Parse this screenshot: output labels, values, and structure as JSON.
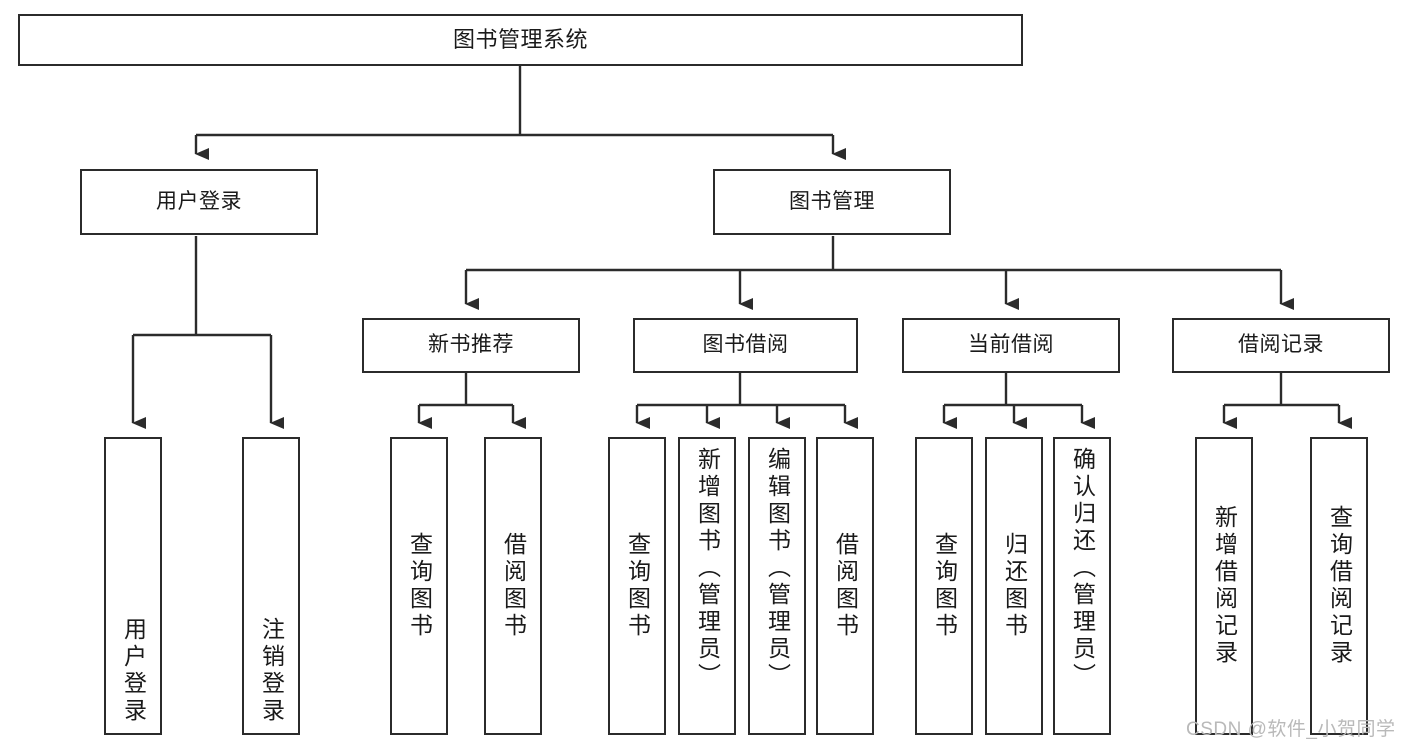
{
  "diagram": {
    "type": "tree-hierarchy-flowchart",
    "title": "图书管理系统",
    "watermark": "CSDN @软件_小贺同学",
    "colors": {
      "border": "#2b2b2b",
      "fill": "#ffffff",
      "connector": "#2b2b2b",
      "text": "#1a1a1a",
      "watermark": "#b9b9b9"
    },
    "levels": {
      "root": {
        "label": "图书管理系统"
      },
      "level2": [
        {
          "label": "用户登录"
        },
        {
          "label": "图书管理"
        }
      ],
      "level3": [
        {
          "label": "新书推荐"
        },
        {
          "label": "图书借阅"
        },
        {
          "label": "当前借阅"
        },
        {
          "label": "借阅记录"
        }
      ],
      "leaves": {
        "user_login": [
          {
            "label": "用户登录"
          },
          {
            "label": "注销登录"
          }
        ],
        "new_book_recommend": [
          {
            "label": "查询图书"
          },
          {
            "label": "借阅图书"
          }
        ],
        "book_borrow": [
          {
            "label": "查询图书"
          },
          {
            "label": "新增图书（管理员）"
          },
          {
            "label": "编辑图书（管理员）"
          },
          {
            "label": "借阅图书"
          }
        ],
        "current_borrow": [
          {
            "label": "查询图书"
          },
          {
            "label": "归还图书"
          },
          {
            "label": "确认归还（管理员）"
          }
        ],
        "borrow_record": [
          {
            "label": "新增借阅记录"
          },
          {
            "label": "查询借阅记录"
          }
        ]
      }
    }
  }
}
